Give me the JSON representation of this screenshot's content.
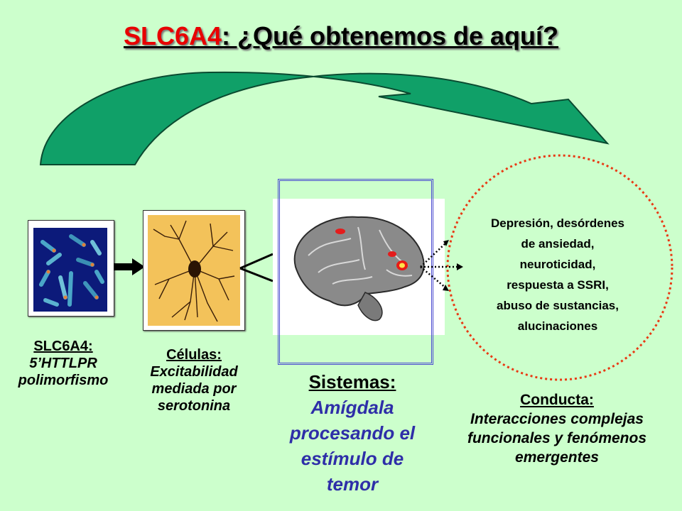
{
  "title": {
    "highlight": "SLC6A4",
    "rest": ": ¿Qué obtenemos de aquí?"
  },
  "captions": {
    "gene": {
      "head": "SLC6A4:",
      "lines": [
        "5’HTTLPR",
        "polimorfismo"
      ]
    },
    "cells": {
      "head": "Células:",
      "lines": [
        "Excitabilidad",
        "mediada por",
        "serotonina"
      ]
    },
    "systems": {
      "head": "Sistemas:",
      "lines": [
        "Amígdala",
        "procesando el",
        "estímulo de",
        "temor"
      ]
    },
    "behavior": {
      "head": "Conducta:",
      "lines": [
        "Interacciones complejas",
        "funcionales y fenómenos",
        "emergentes"
      ]
    }
  },
  "outcomes": [
    "Depresión, desórdenes",
    "de ansiedad,",
    "neuroticidad,",
    "respuesta a SSRI,",
    "abuso de sustancias,",
    "alucinaciones"
  ],
  "colors": {
    "background": "#ccffcc",
    "title_highlight": "#e80000",
    "arc_fill": "#10a068",
    "systems_text": "#2e2ea8",
    "circle_outline": "#e83a14",
    "systems_frame": "#4a4ad0"
  },
  "icons": [
    "chromosome-micrograph",
    "neuron-drawing",
    "brain-fmri-scan",
    "curved-arrow",
    "right-arrow"
  ]
}
